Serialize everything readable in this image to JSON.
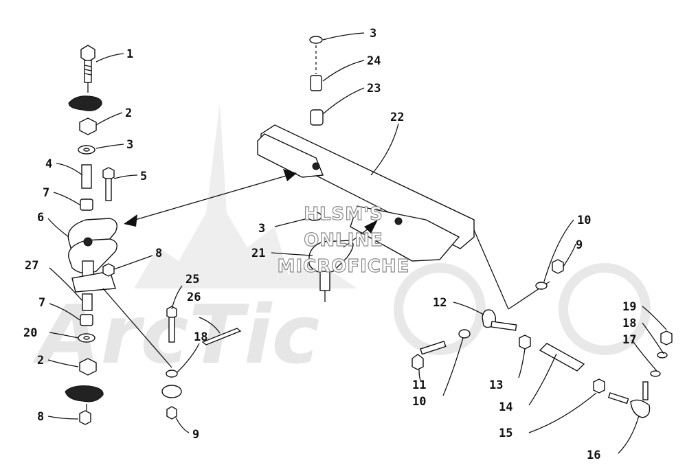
{
  "watermark": {
    "line1": "HLSM'S",
    "line2": "ONLINE",
    "line3": "MICROFICHE",
    "logo_text": "ArcTic"
  },
  "colors": {
    "ink": "#111111",
    "watermark": "#e6e6e6",
    "background": "#ffffff"
  },
  "callouts": [
    {
      "id": "c1",
      "label": "1"
    },
    {
      "id": "c2a",
      "label": "2"
    },
    {
      "id": "c3a",
      "label": "3"
    },
    {
      "id": "c4",
      "label": "4"
    },
    {
      "id": "c5",
      "label": "5"
    },
    {
      "id": "c7a",
      "label": "7"
    },
    {
      "id": "c6",
      "label": "6"
    },
    {
      "id": "c8a",
      "label": "8"
    },
    {
      "id": "c27",
      "label": "27"
    },
    {
      "id": "c7b",
      "label": "7"
    },
    {
      "id": "c20",
      "label": "20"
    },
    {
      "id": "c2b",
      "label": "2"
    },
    {
      "id": "c8b",
      "label": "8"
    },
    {
      "id": "c25",
      "label": "25"
    },
    {
      "id": "c26",
      "label": "26"
    },
    {
      "id": "c18a",
      "label": "18"
    },
    {
      "id": "c9a",
      "label": "9"
    },
    {
      "id": "c3b",
      "label": "3"
    },
    {
      "id": "c24",
      "label": "24"
    },
    {
      "id": "c23",
      "label": "23"
    },
    {
      "id": "c22",
      "label": "22"
    },
    {
      "id": "c3c",
      "label": "3"
    },
    {
      "id": "c21",
      "label": "21"
    },
    {
      "id": "c10a",
      "label": "10"
    },
    {
      "id": "c9b",
      "label": "9"
    },
    {
      "id": "c12",
      "label": "12"
    },
    {
      "id": "c19",
      "label": "19"
    },
    {
      "id": "c18b",
      "label": "18"
    },
    {
      "id": "c17",
      "label": "17"
    },
    {
      "id": "c11",
      "label": "11"
    },
    {
      "id": "c10b",
      "label": "10"
    },
    {
      "id": "c13",
      "label": "13"
    },
    {
      "id": "c14",
      "label": "14"
    },
    {
      "id": "c15",
      "label": "15"
    },
    {
      "id": "c16",
      "label": "16"
    }
  ]
}
